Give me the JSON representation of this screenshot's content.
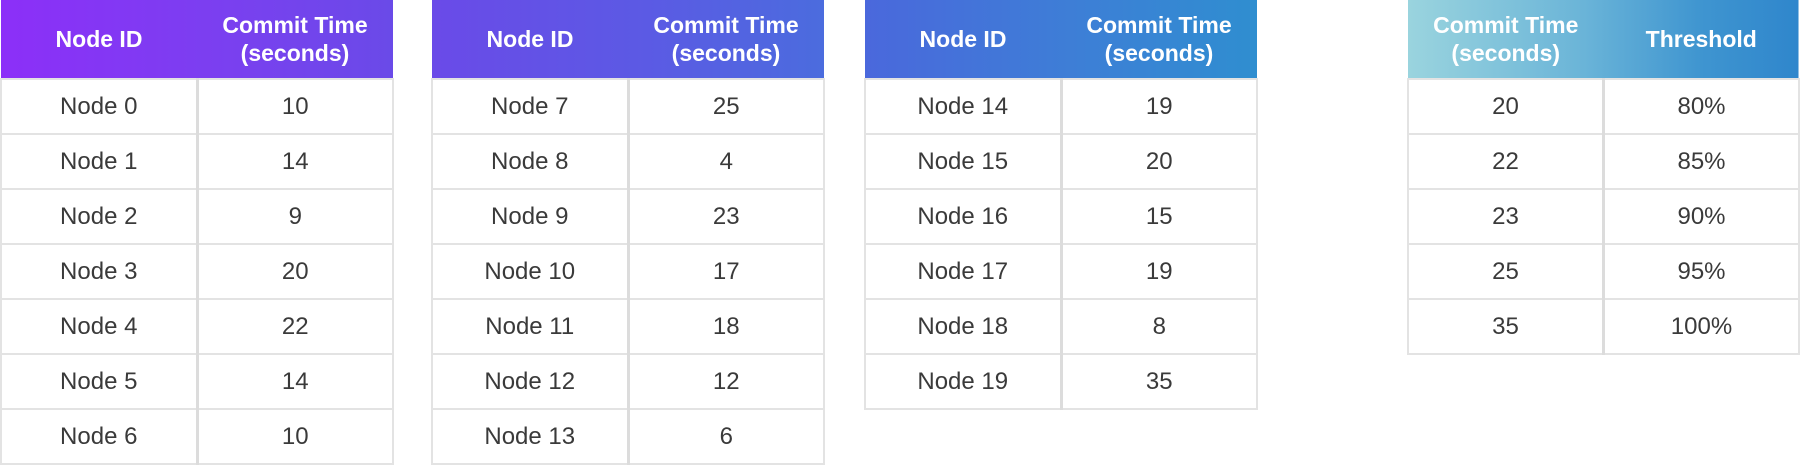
{
  "tables": [
    {
      "headers": [
        "Node ID",
        "Commit Time\n(seconds)"
      ],
      "header_lines": [
        [
          "Node ID"
        ],
        [
          "Commit Time",
          "(seconds)"
        ]
      ],
      "rows": [
        [
          "Node 0",
          "10"
        ],
        [
          "Node 1",
          "14"
        ],
        [
          "Node 2",
          "9"
        ],
        [
          "Node 3",
          "20"
        ],
        [
          "Node 4",
          "22"
        ],
        [
          "Node 5",
          "14"
        ],
        [
          "Node 6",
          "10"
        ]
      ]
    },
    {
      "headers": [
        "Node ID",
        "Commit Time\n(seconds)"
      ],
      "header_lines": [
        [
          "Node ID"
        ],
        [
          "Commit Time",
          "(seconds)"
        ]
      ],
      "rows": [
        [
          "Node 7",
          "25"
        ],
        [
          "Node 8",
          "4"
        ],
        [
          "Node 9",
          "23"
        ],
        [
          "Node 10",
          "17"
        ],
        [
          "Node 11",
          "18"
        ],
        [
          "Node 12",
          "12"
        ],
        [
          "Node 13",
          "6"
        ]
      ]
    },
    {
      "headers": [
        "Node ID",
        "Commit Time\n(seconds)"
      ],
      "header_lines": [
        [
          "Node ID"
        ],
        [
          "Commit Time",
          "(seconds)"
        ]
      ],
      "rows": [
        [
          "Node 14",
          "19"
        ],
        [
          "Node 15",
          "20"
        ],
        [
          "Node 16",
          "15"
        ],
        [
          "Node 17",
          "19"
        ],
        [
          "Node 18",
          "8"
        ],
        [
          "Node 19",
          "35"
        ]
      ]
    },
    {
      "headers": [
        "Commit Time\n(seconds)",
        "Threshold"
      ],
      "header_lines": [
        [
          "Commit Time",
          "(seconds)"
        ],
        [
          "Threshold"
        ]
      ],
      "rows": [
        [
          "20",
          "80%"
        ],
        [
          "22",
          "85%"
        ],
        [
          "23",
          "90%"
        ],
        [
          "25",
          "95%"
        ],
        [
          "35",
          "100%"
        ]
      ]
    }
  ],
  "colors": {
    "table1_header": [
      "#8c2ff8",
      "#6a4ae8"
    ],
    "table2_header": [
      "#6a4ae8",
      "#4b6cde"
    ],
    "table3_header": [
      "#4a68dc",
      "#2f8ed0"
    ],
    "table4_header": [
      "#9ad4de",
      "#2f86cc"
    ],
    "cell_text": "#3a3a3a",
    "grid": "#e3e3e3"
  }
}
